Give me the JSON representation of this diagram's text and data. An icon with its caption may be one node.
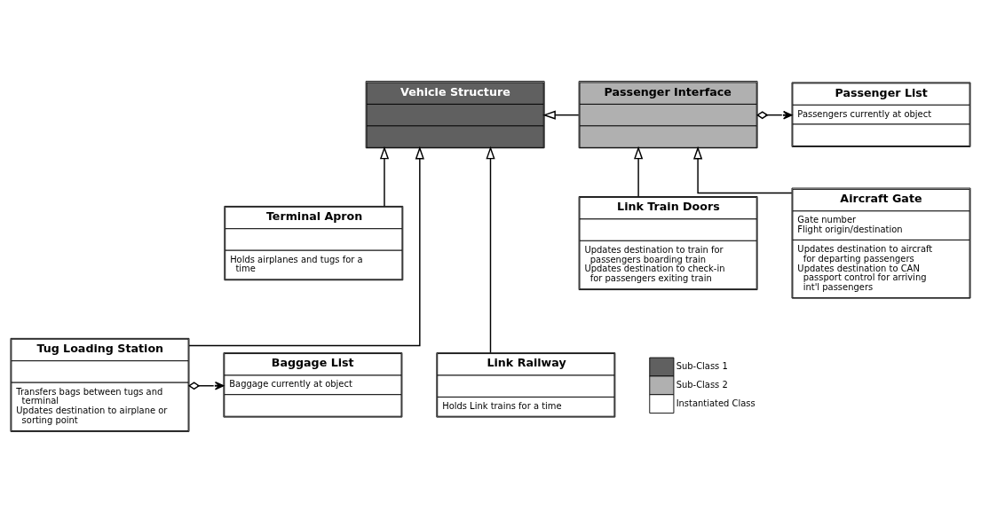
{
  "diagram": {
    "nodes": [
      {
        "text": [
          "Vehicle Structure"
        ]
      },
      {
        "text": [
          "Passenger Interface"
        ]
      },
      {
        "text": [
          "Passenger List",
          "Passengers currently at object"
        ]
      },
      {
        "text": [
          "Terminal Apron",
          "Holds airplanes and tugs for a time"
        ]
      },
      {
        "text": [
          "Link Train Doors",
          "Updates destination to train for passengers boarding train",
          "Updates destination to check-in for passengers exiting train"
        ]
      },
      {
        "text": [
          "Aircraft Gate",
          "Gate number",
          "Flight origin/destination",
          "Updates destination to aircraft for departing passengers",
          "Updates destination to CAN passport control for arriving int'l passengers"
        ]
      },
      {
        "text": [
          "Tug Loading Station",
          "Transfers bags between tugs and terminal",
          "Updates destination to airplane or sorting point"
        ]
      },
      {
        "text": [
          "Baggage List",
          "Baggage currently at object"
        ]
      },
      {
        "text": [
          "Link Railway",
          "Holds Link trains for a time"
        ]
      }
    ],
    "edges": [
      {
        "from": 1,
        "to": 0,
        "arrow": "to"
      },
      {
        "from": 1,
        "to": 2,
        "arrow": "to"
      },
      {
        "from": 3,
        "to": 0,
        "arrow": "to"
      },
      {
        "from": 6,
        "to": 0,
        "arrow": "to"
      },
      {
        "from": 8,
        "to": 0,
        "arrow": "to"
      },
      {
        "from": 4,
        "to": 1,
        "arrow": "to"
      },
      {
        "from": 5,
        "to": 1,
        "arrow": "to"
      },
      {
        "from": 6,
        "to": 7,
        "arrow": "to"
      }
    ],
    "legend": [
      {
        "text": "Sub-Class 1",
        "color": "#606060"
      },
      {
        "text": "Sub-Class 2",
        "color": "#b0b0b0"
      },
      {
        "text": "Instantiated Class",
        "color": "#ffffff"
      }
    ]
  }
}
